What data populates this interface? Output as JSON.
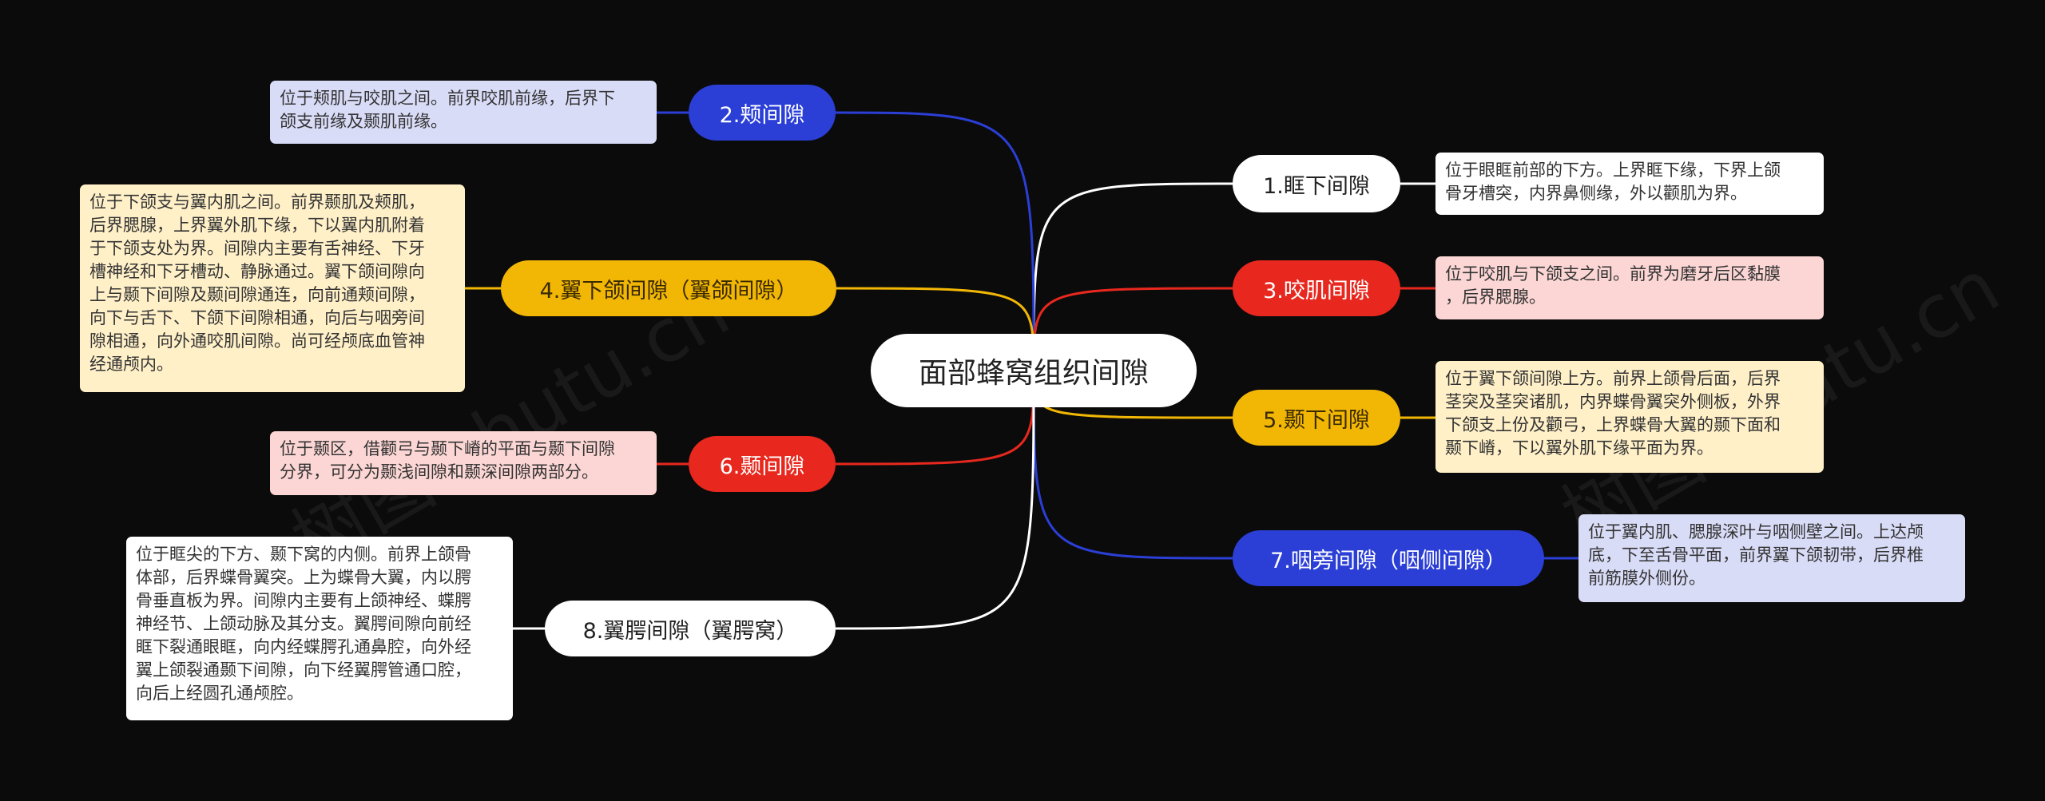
{
  "center": {
    "label": "面部蜂窝组织间隙"
  },
  "branches": [
    {
      "id": "b1",
      "label": "1.眶下间隙",
      "note": "位于眼眶前部的下方。上界眶下缘，下界上颌\n骨牙槽突，内界鼻侧缘，外以颧肌为界。",
      "color": "#ffffff"
    },
    {
      "id": "b2",
      "label": "2.颊间隙",
      "note": "位于颊肌与咬肌之间。前界咬肌前缘，后界下\n颌支前缘及颞肌前缘。",
      "color": "#2b3fd6"
    },
    {
      "id": "b3",
      "label": "3.咬肌间隙",
      "note": "位于咬肌与下颌支之间。前界为磨牙后区黏膜\n，后界腮腺。",
      "color": "#e8281e"
    },
    {
      "id": "b4",
      "label": "4.翼下颌间隙（翼颌间隙）",
      "note": "位于下颌支与翼内肌之间。前界颞肌及颊肌，\n后界腮腺，上界翼外肌下缘，下以翼内肌附着\n于下颌支处为界。间隙内主要有舌神经、下牙\n槽神经和下牙槽动、静脉通过。翼下颌间隙向\n上与颞下间隙及颞间隙通连，向前通颊间隙，\n向下与舌下、下颌下间隙相通，向后与咽旁间\n隙相通，向外通咬肌间隙。尚可经颅底血管神\n经通颅内。",
      "color": "#f2b705"
    },
    {
      "id": "b5",
      "label": "5.颞下间隙",
      "note": "位于翼下颌间隙上方。前界上颌骨后面，后界\n茎突及茎突诸肌，内界蝶骨翼突外侧板，外界\n下颌支上份及颧弓，上界蝶骨大翼的颞下面和\n颞下嵴，下以翼外肌下缘平面为界。",
      "color": "#f2b705"
    },
    {
      "id": "b6",
      "label": "6.颞间隙",
      "note": "位于颞区，借颧弓与颞下嵴的平面与颞下间隙\n分界，可分为颞浅间隙和颞深间隙两部分。",
      "color": "#e8281e"
    },
    {
      "id": "b7",
      "label": "7.咽旁间隙（咽侧间隙）",
      "note": "位于翼内肌、腮腺深叶与咽侧壁之间。上达颅\n底，下至舌骨平面，前界翼下颌韧带，后界椎\n前筋膜外侧份。",
      "color": "#2b3fd6"
    },
    {
      "id": "b8",
      "label": "8.翼腭间隙（翼腭窝）",
      "note": "位于眶尖的下方、颞下窝的内侧。前界上颌骨\n体部，后界蝶骨翼突。上为蝶骨大翼，内以腭\n骨垂直板为界。间隙内主要有上颌神经、蝶腭\n神经节、上颌动脉及其分支。翼腭间隙向前经\n眶下裂通眼眶，向内经蝶腭孔通鼻腔，向外经\n翼上颌裂通颞下间隙，向下经翼腭管通口腔，\n向后上经圆孔通颅腔。",
      "color": "#ffffff"
    }
  ],
  "watermark": "树图 shutu.cn"
}
